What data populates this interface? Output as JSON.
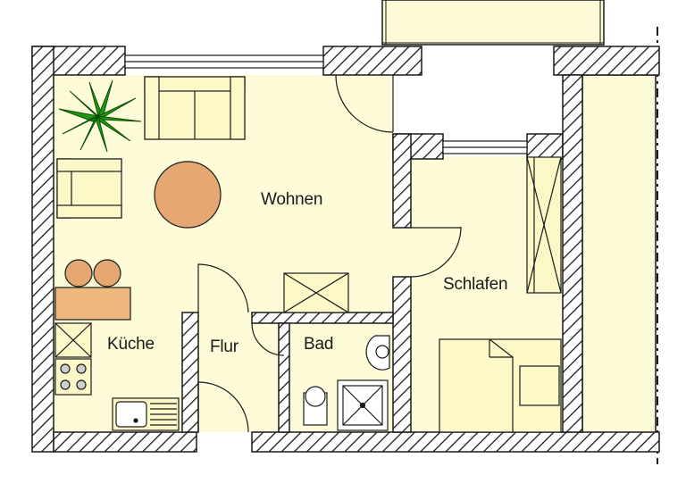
{
  "rooms": {
    "living": "Wohnen",
    "bedroom": "Schlafen",
    "kitchen": "Küche",
    "hall": "Flur",
    "bath": "Bad"
  },
  "colors": {
    "floor": "#fdfbd8",
    "wall": "#ffffff",
    "hatch": "#1a1a1a",
    "furniture": "#fcf8c8",
    "table": "#e5a872",
    "counter": "#efb87e",
    "plant": "#1f9a10"
  },
  "icons": [
    "plant-icon",
    "sofa-icon",
    "armchair-icon",
    "table-icon",
    "bed-icon",
    "wardrobe-icon",
    "stove-icon",
    "sink-icon",
    "toilet-icon",
    "shower-icon"
  ]
}
